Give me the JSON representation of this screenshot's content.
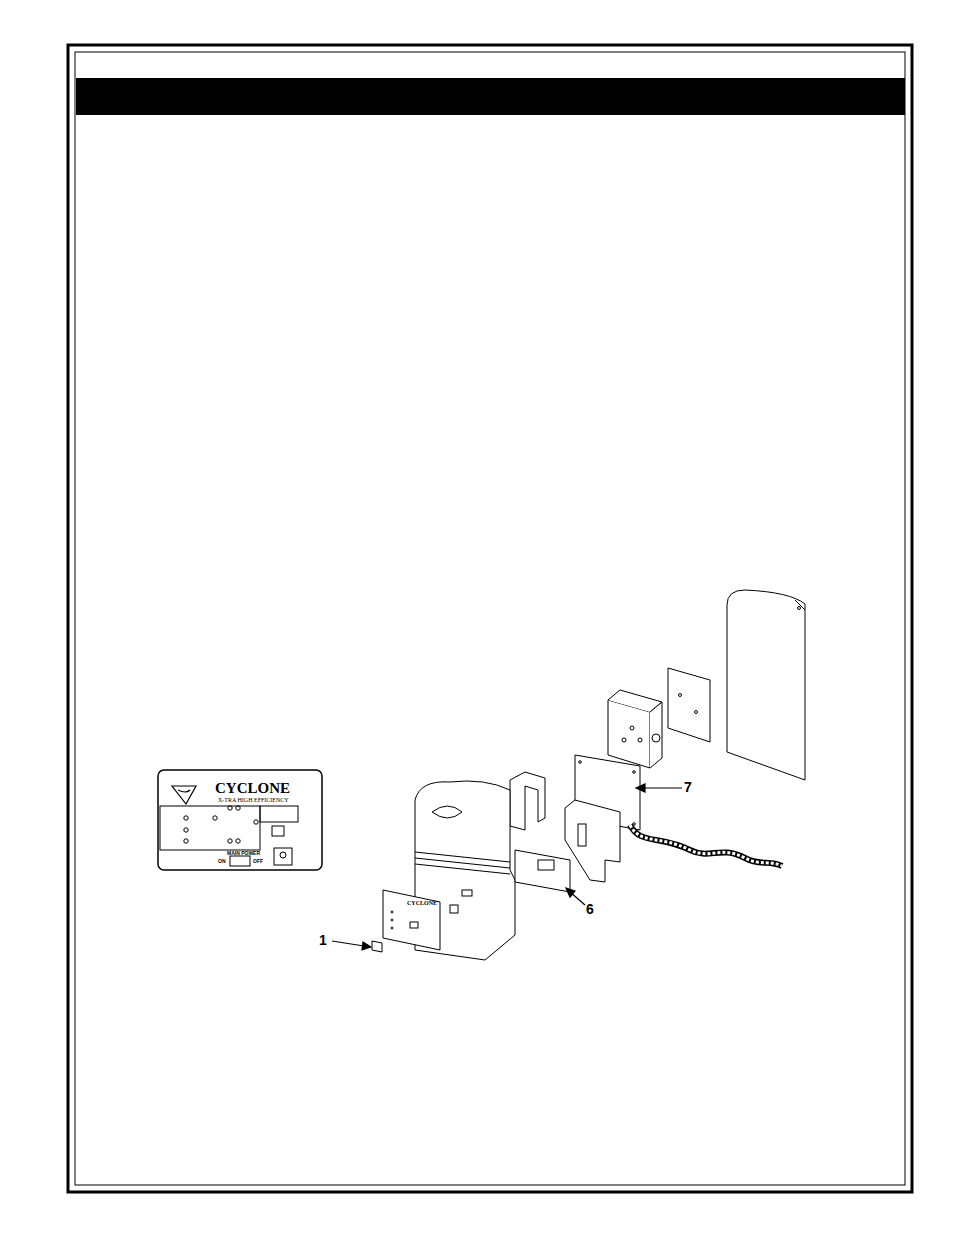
{
  "diagram": {
    "labels": [
      "CYCLONE",
      "X-TRA HIGH EFFICIENCY",
      "MAIN POWER",
      "ON",
      "OFF",
      "CYCLONE",
      "7",
      "6",
      "1"
    ]
  }
}
